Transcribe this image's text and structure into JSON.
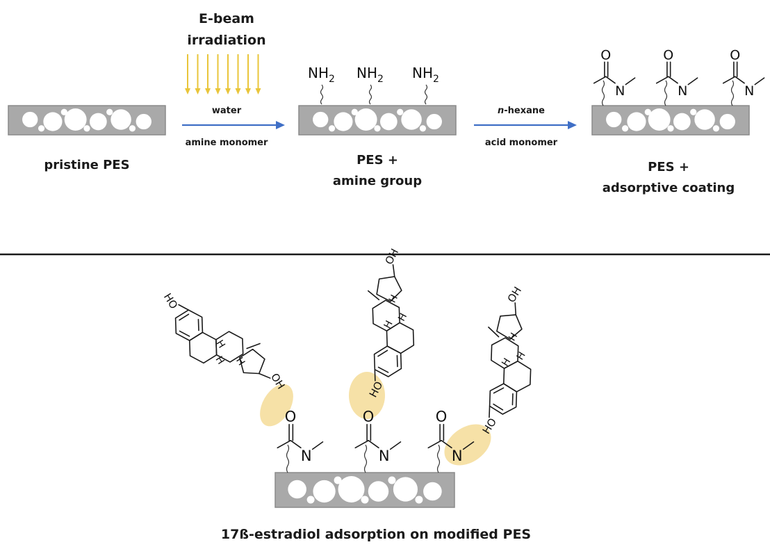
{
  "top_scheme": {
    "irradiation_label": [
      "E-beam",
      "irradiation"
    ],
    "step1": {
      "above": "water",
      "below": "amine monomer"
    },
    "step2": {
      "above_italic": "n",
      "above_rest": "-hexane",
      "below": "acid monomer"
    },
    "membranes": [
      {
        "caption_lines": [
          "pristine PES"
        ]
      },
      {
        "caption_lines": [
          "PES +",
          "amine group"
        ]
      },
      {
        "caption_lines": [
          "PES +",
          "adsorptive coating"
        ]
      }
    ],
    "amine_label": "NH",
    "amine_subscript": "2",
    "carbonyl_O": "O",
    "amide_N": "N"
  },
  "bottom_scheme": {
    "caption": "17ß-estradiol adsorption on modified PES",
    "OH": "OH",
    "HO": "HO",
    "H": "H"
  },
  "colors": {
    "membrane": "#a9a9a9",
    "arrow": "#3f6fc6",
    "beam": "#e9c53a",
    "highlight": "#f5dc98",
    "divider": "#1a1a1a"
  }
}
